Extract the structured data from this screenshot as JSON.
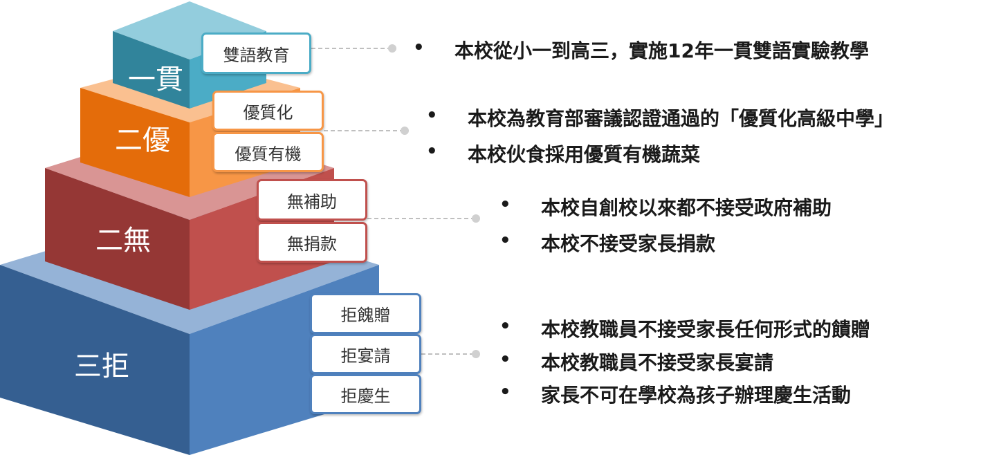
{
  "tiers": [
    {
      "label": "一貫",
      "color": "#4aafc6",
      "tags": [
        "雙語教育"
      ],
      "bullets": [
        "本校從小一到高三，實施12年一貫雙語實驗教學"
      ]
    },
    {
      "label": "二優",
      "color": "#f08a35",
      "tags": [
        "優質化",
        "優質有機"
      ],
      "bullets": [
        "本校為教育部審議認證通過的「優質化高級中學」",
        "本校伙食採用優質有機蔬菜"
      ]
    },
    {
      "label": "二無",
      "color": "#c0504d",
      "tags": [
        "無補助",
        "無捐款"
      ],
      "bullets": [
        "本校自創校以來都不接受政府補助",
        "本校不接受家長捐款"
      ]
    },
    {
      "label": "三拒",
      "color": "#4f81bd",
      "tags": [
        "拒餽贈",
        "拒宴請",
        "拒慶生"
      ],
      "bullets": [
        "本校教職員不接受家長任何形式的饋贈",
        "本校教職員不接受家長宴請",
        "家長不可在學校為孩子辦理慶生活動"
      ]
    }
  ],
  "bullet_char": "•",
  "connector_color": "#bfbfbf"
}
